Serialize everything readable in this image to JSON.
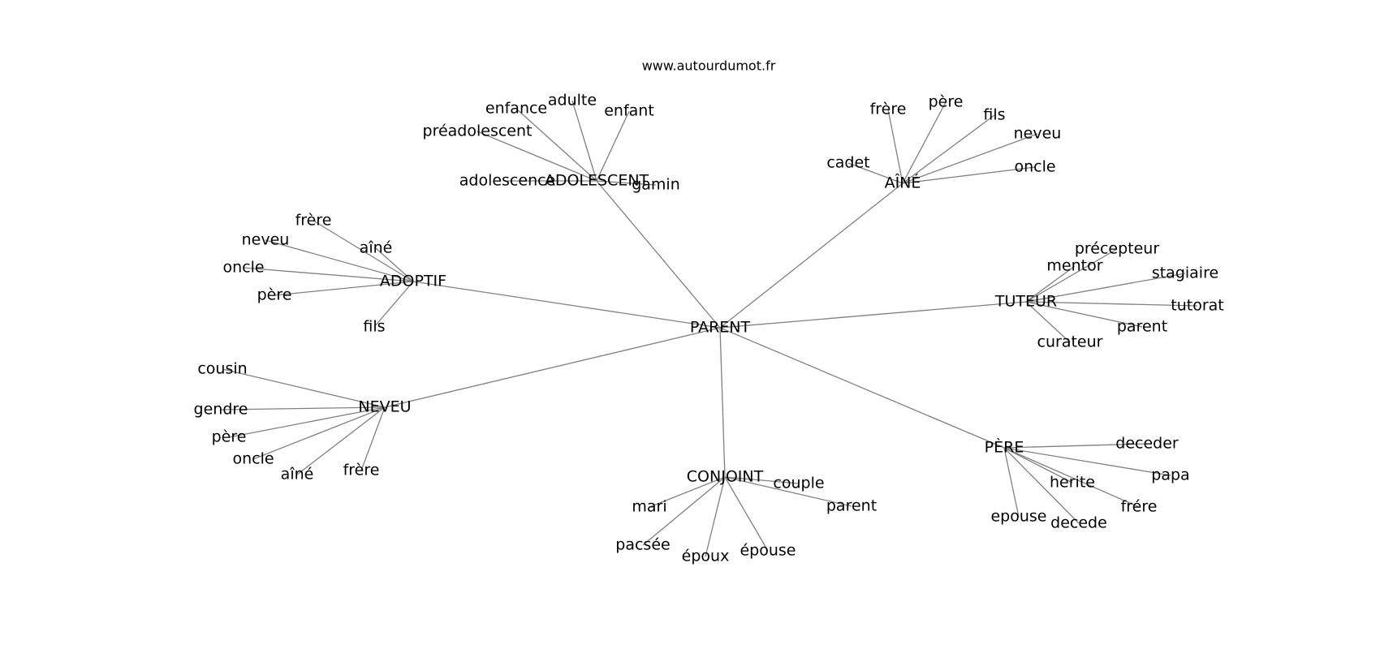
{
  "site": "www.autourdumot.fr",
  "center": "PARENT",
  "clusters": [
    {
      "hub": "ADOLESCENT",
      "words": [
        "enfance",
        "adulte",
        "enfant",
        "préadolescent",
        "adolescence",
        "gamin"
      ]
    },
    {
      "hub": "AÎNÉ",
      "words": [
        "frère",
        "père",
        "fils",
        "neveu",
        "cadet",
        "oncle"
      ]
    },
    {
      "hub": "ADOPTIF",
      "words": [
        "frère",
        "neveu",
        "aîné",
        "oncle",
        "père",
        "fils"
      ]
    },
    {
      "hub": "TUTEUR",
      "words": [
        "précepteur",
        "mentor",
        "stagiaire",
        "tutorat",
        "parent",
        "curateur"
      ]
    },
    {
      "hub": "NEVEU",
      "words": [
        "cousin",
        "gendre",
        "père",
        "oncle",
        "aîné",
        "frère"
      ]
    },
    {
      "hub": "CONJOINT",
      "words": [
        "couple",
        "parent",
        "mari",
        "pacsée",
        "époux",
        "épouse"
      ]
    },
    {
      "hub": "PÈRE",
      "words": [
        "deceder",
        "papa",
        "herite",
        "frére",
        "epouse",
        "decede"
      ]
    }
  ]
}
